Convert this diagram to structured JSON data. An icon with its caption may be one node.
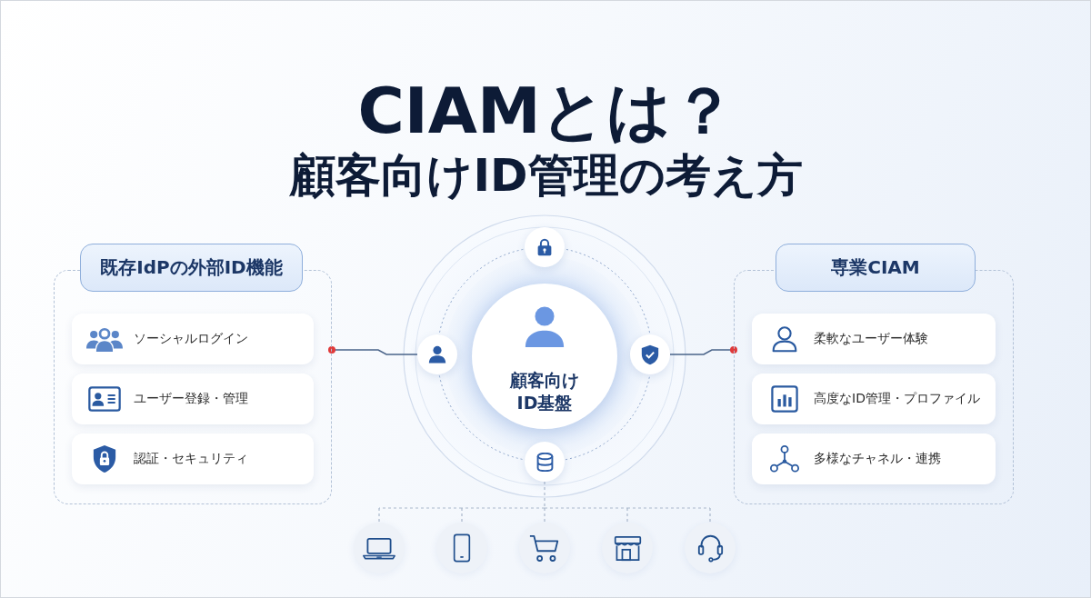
{
  "diagram": {
    "title": "CIAMとは？",
    "nodes": [
      {
        "text": [
          "既存IdPの外部ID機能"
        ]
      },
      {
        "text": [
          "ソーシャルログイン"
        ],
        "in": 0
      },
      {
        "text": [
          "ユーザー登録・管理"
        ],
        "in": 0
      },
      {
        "text": [
          "認証・セキュリティ"
        ],
        "in": 0
      },
      {
        "text": [
          "顧客向けID基盤"
        ]
      },
      {
        "text": [],
        "shape": "circle"
      },
      {
        "text": [],
        "shape": "circle"
      },
      {
        "text": [],
        "shape": "circle"
      },
      {
        "text": [],
        "shape": "circle"
      },
      {
        "text": [
          "専業CIAM"
        ]
      },
      {
        "text": [
          "柔軟なユーザー体験"
        ],
        "in": 9
      },
      {
        "text": [
          "高度なID管理・プロファイル"
        ],
        "in": 9
      },
      {
        "text": [
          "多様なチャネル・連携"
        ],
        "in": 9
      },
      {
        "text": [],
        "shape": "circle"
      },
      {
        "text": [],
        "shape": "circle"
      },
      {
        "text": [],
        "shape": "circle"
      },
      {
        "text": [],
        "shape": "circle"
      },
      {
        "text": [],
        "shape": "circle"
      }
    ],
    "edges": [
      {
        "from": 0,
        "to": 6,
        "arrow": "other",
        "color": "#4a6489"
      },
      {
        "from": 9,
        "to": 7,
        "arrow": "other",
        "color": "#4a6489"
      },
      {
        "from": 8,
        "to": 13,
        "arrow": "none",
        "style": "dashed"
      },
      {
        "from": 8,
        "to": 14,
        "arrow": "none",
        "style": "dashed"
      },
      {
        "from": 8,
        "to": 15,
        "arrow": "none",
        "style": "dashed"
      },
      {
        "from": 8,
        "to": 16,
        "arrow": "none",
        "style": "dashed"
      },
      {
        "from": 8,
        "to": 17,
        "arrow": "none",
        "style": "dashed"
      }
    ],
    "labels": [
      "顧客向けID管理の考え方"
    ]
  }
}
